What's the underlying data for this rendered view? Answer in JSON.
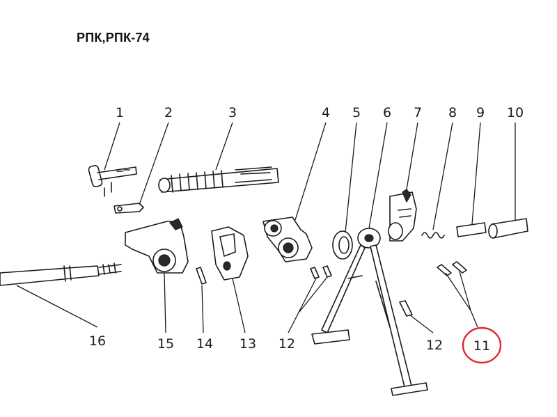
{
  "title": "РПК,РПК-74",
  "labels": [
    "1",
    "2",
    "3",
    "4",
    "5",
    "6",
    "7",
    "8",
    "9",
    "10",
    "11",
    "12",
    "12",
    "13",
    "14",
    "15",
    "16"
  ],
  "highlight": {
    "target": "11",
    "color": "#e0282f"
  }
}
